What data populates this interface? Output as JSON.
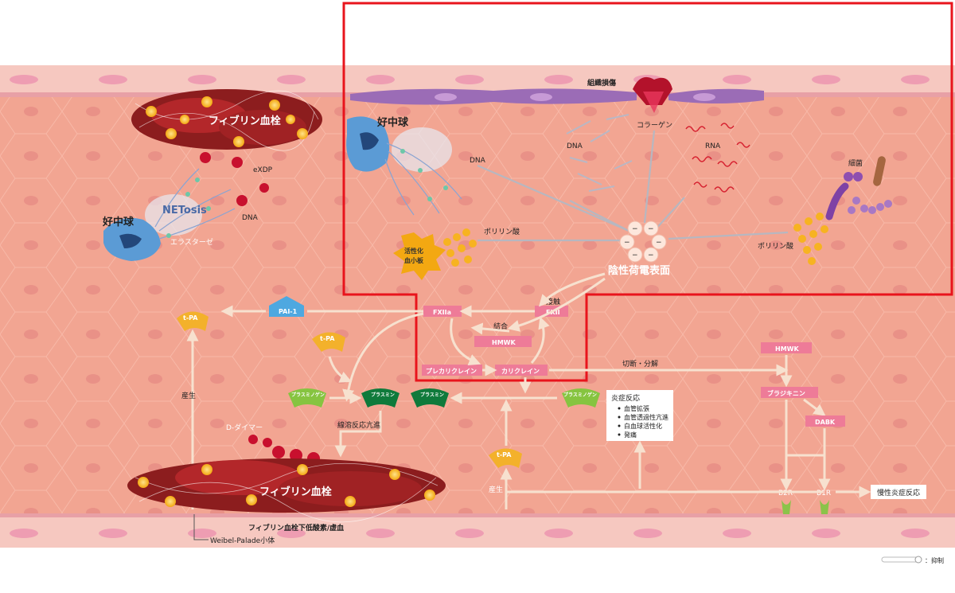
{
  "labels": {
    "fibrin_top": "フィブリン血栓",
    "exdp": "eXDP",
    "netosis": "NETosis",
    "neutrophil_left": "好中球",
    "dna_left": "DNA",
    "elastase": "エラスターゼ",
    "neutrophil_right": "好中球",
    "dna_right": "DNA",
    "tissue_damage": "組織損傷",
    "dna_mid": "DNA",
    "collagen": "コラーゲン",
    "rna": "RNA",
    "bacteria": "細菌",
    "polyp_left": "ポリリン酸",
    "polyp_right": "ポリリン酸",
    "activated_platelet_1": "活性化",
    "activated_platelet_2": "血小板",
    "negative_surface": "陰性荷電表面",
    "pai1": "PAI-1",
    "tpa_1": "t-PA",
    "tpa_2": "t-PA",
    "tpa_3": "t-PA",
    "fxiia": "FXIIa",
    "contact": "接触",
    "fxii": "FXII",
    "binding": "結合",
    "hmwk_center": "HMWK",
    "prekallikrein": "プレカリクレイン",
    "kallikrein": "カリクレイン",
    "cleave": "切断・分解",
    "hmwk_right": "HMWK",
    "bradykinin": "ブラジキニン",
    "dabk": "DABK",
    "plasminogen_1": "プラスミノゲン",
    "plasmin_1": "プラスミン",
    "plasmin_2": "プラスミン",
    "plasminogen_2": "プラスミノゲン",
    "fibrinolysis": "線溶反応亢進",
    "ddimer": "D-ダイマー",
    "production_left": "産生",
    "production_right": "産生",
    "fibrin_bottom": "フィブリン血栓",
    "hypoxia": "フィブリン血栓下低酸素/虚血",
    "weibel": "Weibel-Palade小体",
    "b2r": "B2R",
    "b1r": "B1R",
    "chronic": "慢性炎症反応",
    "legend_inhibit": "：抑制"
  },
  "inflammation": {
    "title": "炎症反応",
    "items": [
      "血管拡張",
      "血管透過性亢進",
      "白血球活性化",
      "発痛"
    ]
  },
  "colors": {
    "vessel": "#f2a592",
    "wall": "#f6c8c0",
    "highlight_box": "#e8141c",
    "pink_box": "#ee7b98",
    "plasmin": "#0f7a3b",
    "plasminogen": "#86c440",
    "tpa": "#f3b12b",
    "pai1": "#4ea8e0"
  }
}
